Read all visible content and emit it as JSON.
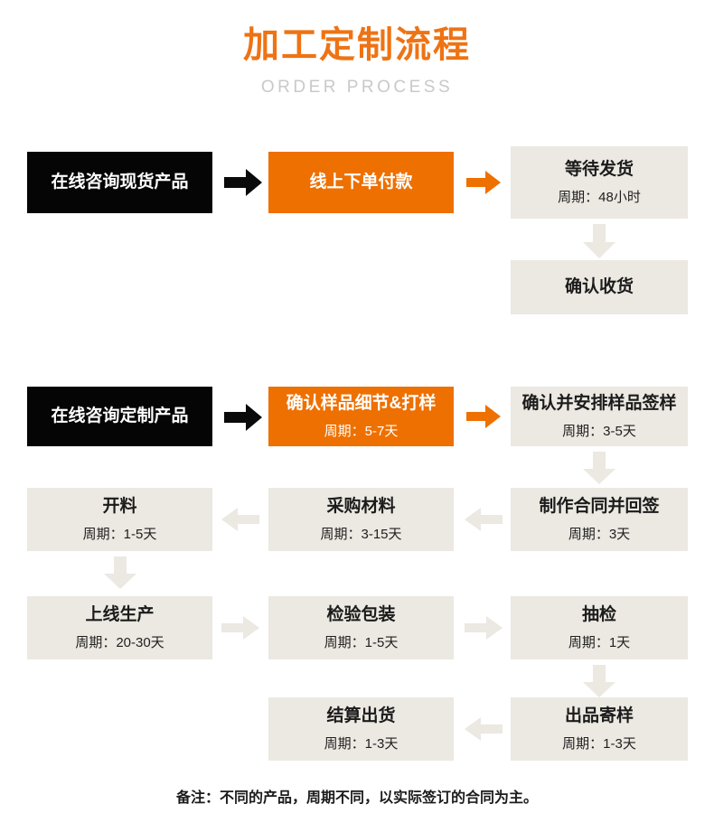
{
  "header": {
    "title": "加工定制流程",
    "subtitle": "ORDER PROCESS"
  },
  "colors": {
    "accent_orange": "#EE7000",
    "title_orange": "#EE7314",
    "box_gray": "#ece8e2",
    "box_dark": "#050505",
    "arrow_gray": "#ece8e2",
    "subtitle_gray": "#c9c9c9"
  },
  "flow": {
    "stock_track": {
      "start": {
        "label": "在线咨询现货产品",
        "style": "dark"
      },
      "pay": {
        "label": "线上下单付款",
        "style": "orange"
      },
      "wait_ship": {
        "label": "等待发货",
        "cycle": "周期：48小时",
        "style": "gray"
      },
      "confirm_receipt": {
        "label": "确认收货",
        "style": "gray"
      }
    },
    "custom_track": {
      "start": {
        "label": "在线咨询定制产品",
        "style": "dark"
      },
      "sample": {
        "label": "确认样品细节&打样",
        "cycle": "周期：5-7天",
        "style": "orange"
      },
      "arrange_sign": {
        "label": "确认并安排样品签样",
        "cycle": "周期：3-5天",
        "style": "gray"
      },
      "contract": {
        "label": "制作合同并回签",
        "cycle": "周期：3天",
        "style": "gray"
      },
      "purchase": {
        "label": "采购材料",
        "cycle": "周期：3-15天",
        "style": "gray"
      },
      "cutting": {
        "label": "开料",
        "cycle": "周期：1-5天",
        "style": "gray"
      },
      "production": {
        "label": "上线生产",
        "cycle": "周期：20-30天",
        "style": "gray"
      },
      "inspect_pack": {
        "label": "检验包装",
        "cycle": "周期：1-5天",
        "style": "gray"
      },
      "spot_check": {
        "label": "抽检",
        "cycle": "周期：1天",
        "style": "gray"
      },
      "send_sample": {
        "label": "出品寄样",
        "cycle": "周期：1-3天",
        "style": "gray"
      },
      "settle_ship": {
        "label": "结算出货",
        "cycle": "周期：1-3天",
        "style": "gray"
      }
    }
  },
  "arrows": {
    "black_right": "arrow-right-black-icon",
    "orange_right": "arrow-right-orange-icon",
    "gray_right": "arrow-right-gray-icon",
    "gray_left": "arrow-left-gray-icon",
    "gray_down": "arrow-down-gray-icon"
  },
  "note": "备注：不同的产品，周期不同，以实际签订的合同为主。"
}
